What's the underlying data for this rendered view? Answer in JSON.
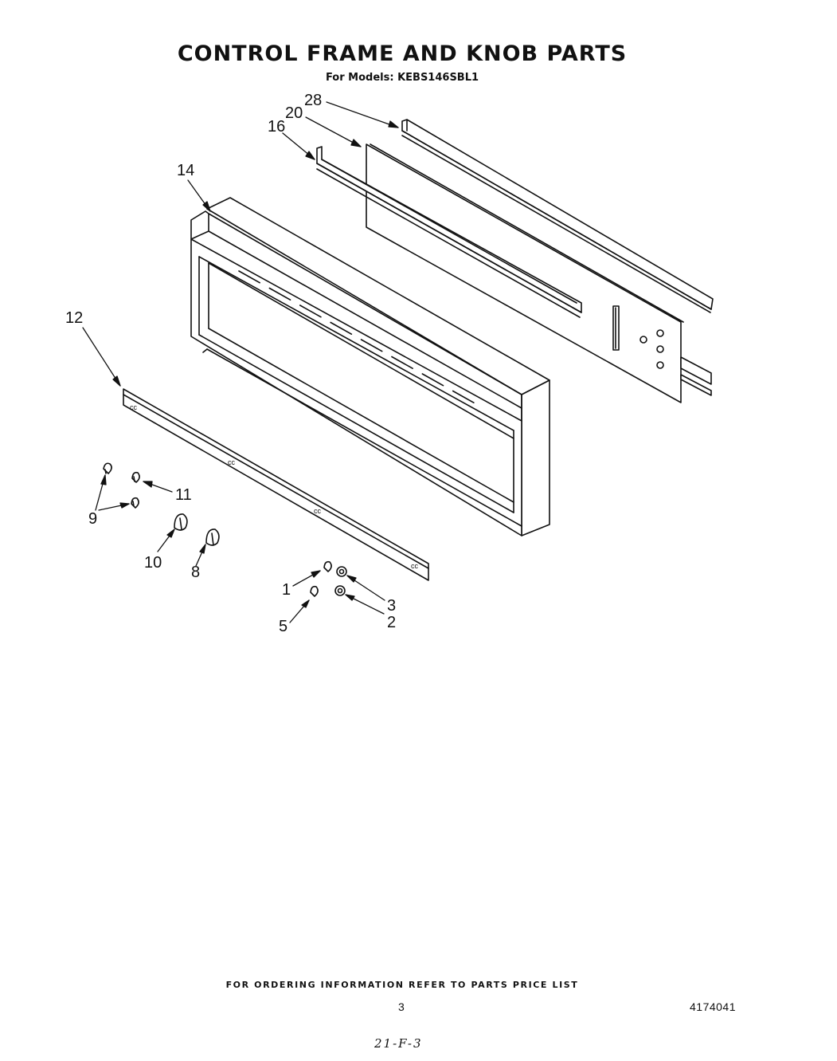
{
  "header": {
    "title": "CONTROL FRAME AND KNOB PARTS",
    "subtitle": "For Models: KEBS146SBL1"
  },
  "callouts": {
    "c28": "28",
    "c20": "20",
    "c16": "16",
    "c14": "14",
    "c12": "12",
    "c11": "11",
    "c9": "9",
    "c10": "10",
    "c8": "8",
    "c1": "1",
    "c3": "3",
    "c2": "2",
    "c5": "5"
  },
  "footer": {
    "ordering_note": "FOR ORDERING INFORMATION REFER TO PARTS PRICE LIST",
    "page_number": "3",
    "document_number": "4174041",
    "handwritten_ref": "21-F-3"
  }
}
